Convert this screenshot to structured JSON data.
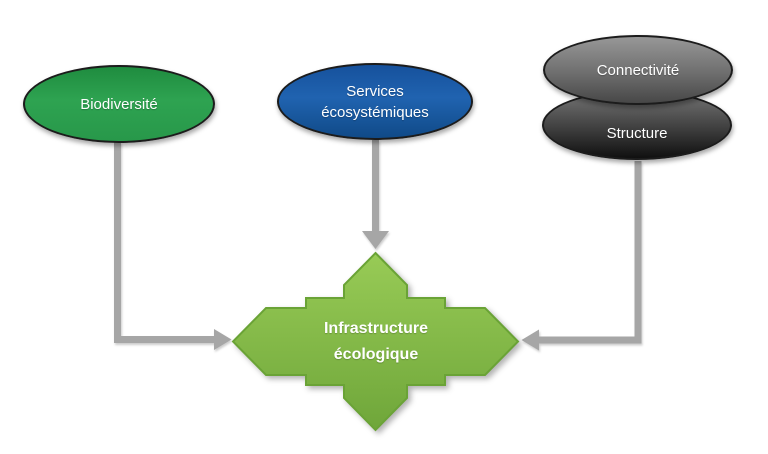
{
  "diagram": {
    "nodes": {
      "biodiversite": {
        "label": "Biodiversité",
        "shape": "ellipse"
      },
      "services": {
        "line1": "Services",
        "line2": "écosystémiques",
        "shape": "ellipse"
      },
      "connectivite": {
        "label": "Connectivité",
        "shape": "ellipse"
      },
      "structure": {
        "label": "Structure",
        "shape": "ellipse"
      },
      "infrastructure": {
        "line1": "Infrastructure",
        "line2": "écologique",
        "shape": "stepped-cross"
      }
    },
    "edges": [
      {
        "from": "biodiversite",
        "to": "infrastructure",
        "style": "elbow-arrow"
      },
      {
        "from": "services",
        "to": "infrastructure",
        "style": "straight-arrow"
      },
      {
        "from": "structure",
        "to": "infrastructure",
        "style": "elbow-arrow"
      }
    ],
    "colors": {
      "arrow": "#a6a6a6",
      "outline": "#1c1c1c",
      "text": "#ffffff",
      "biodiversite_top": "#1f8c3f",
      "biodiversite_bottom": "#28984a",
      "services_top": "#16519c",
      "services_bottom": "#104a88",
      "connectivite_top": "#979797",
      "connectivite_bottom": "#474747",
      "structure_top": "#757575",
      "structure_bottom": "#101010",
      "infrastructure_top": "#98cb56",
      "infrastructure_bottom": "#6fa63a",
      "infrastructure_stroke": "#6aa336"
    }
  }
}
